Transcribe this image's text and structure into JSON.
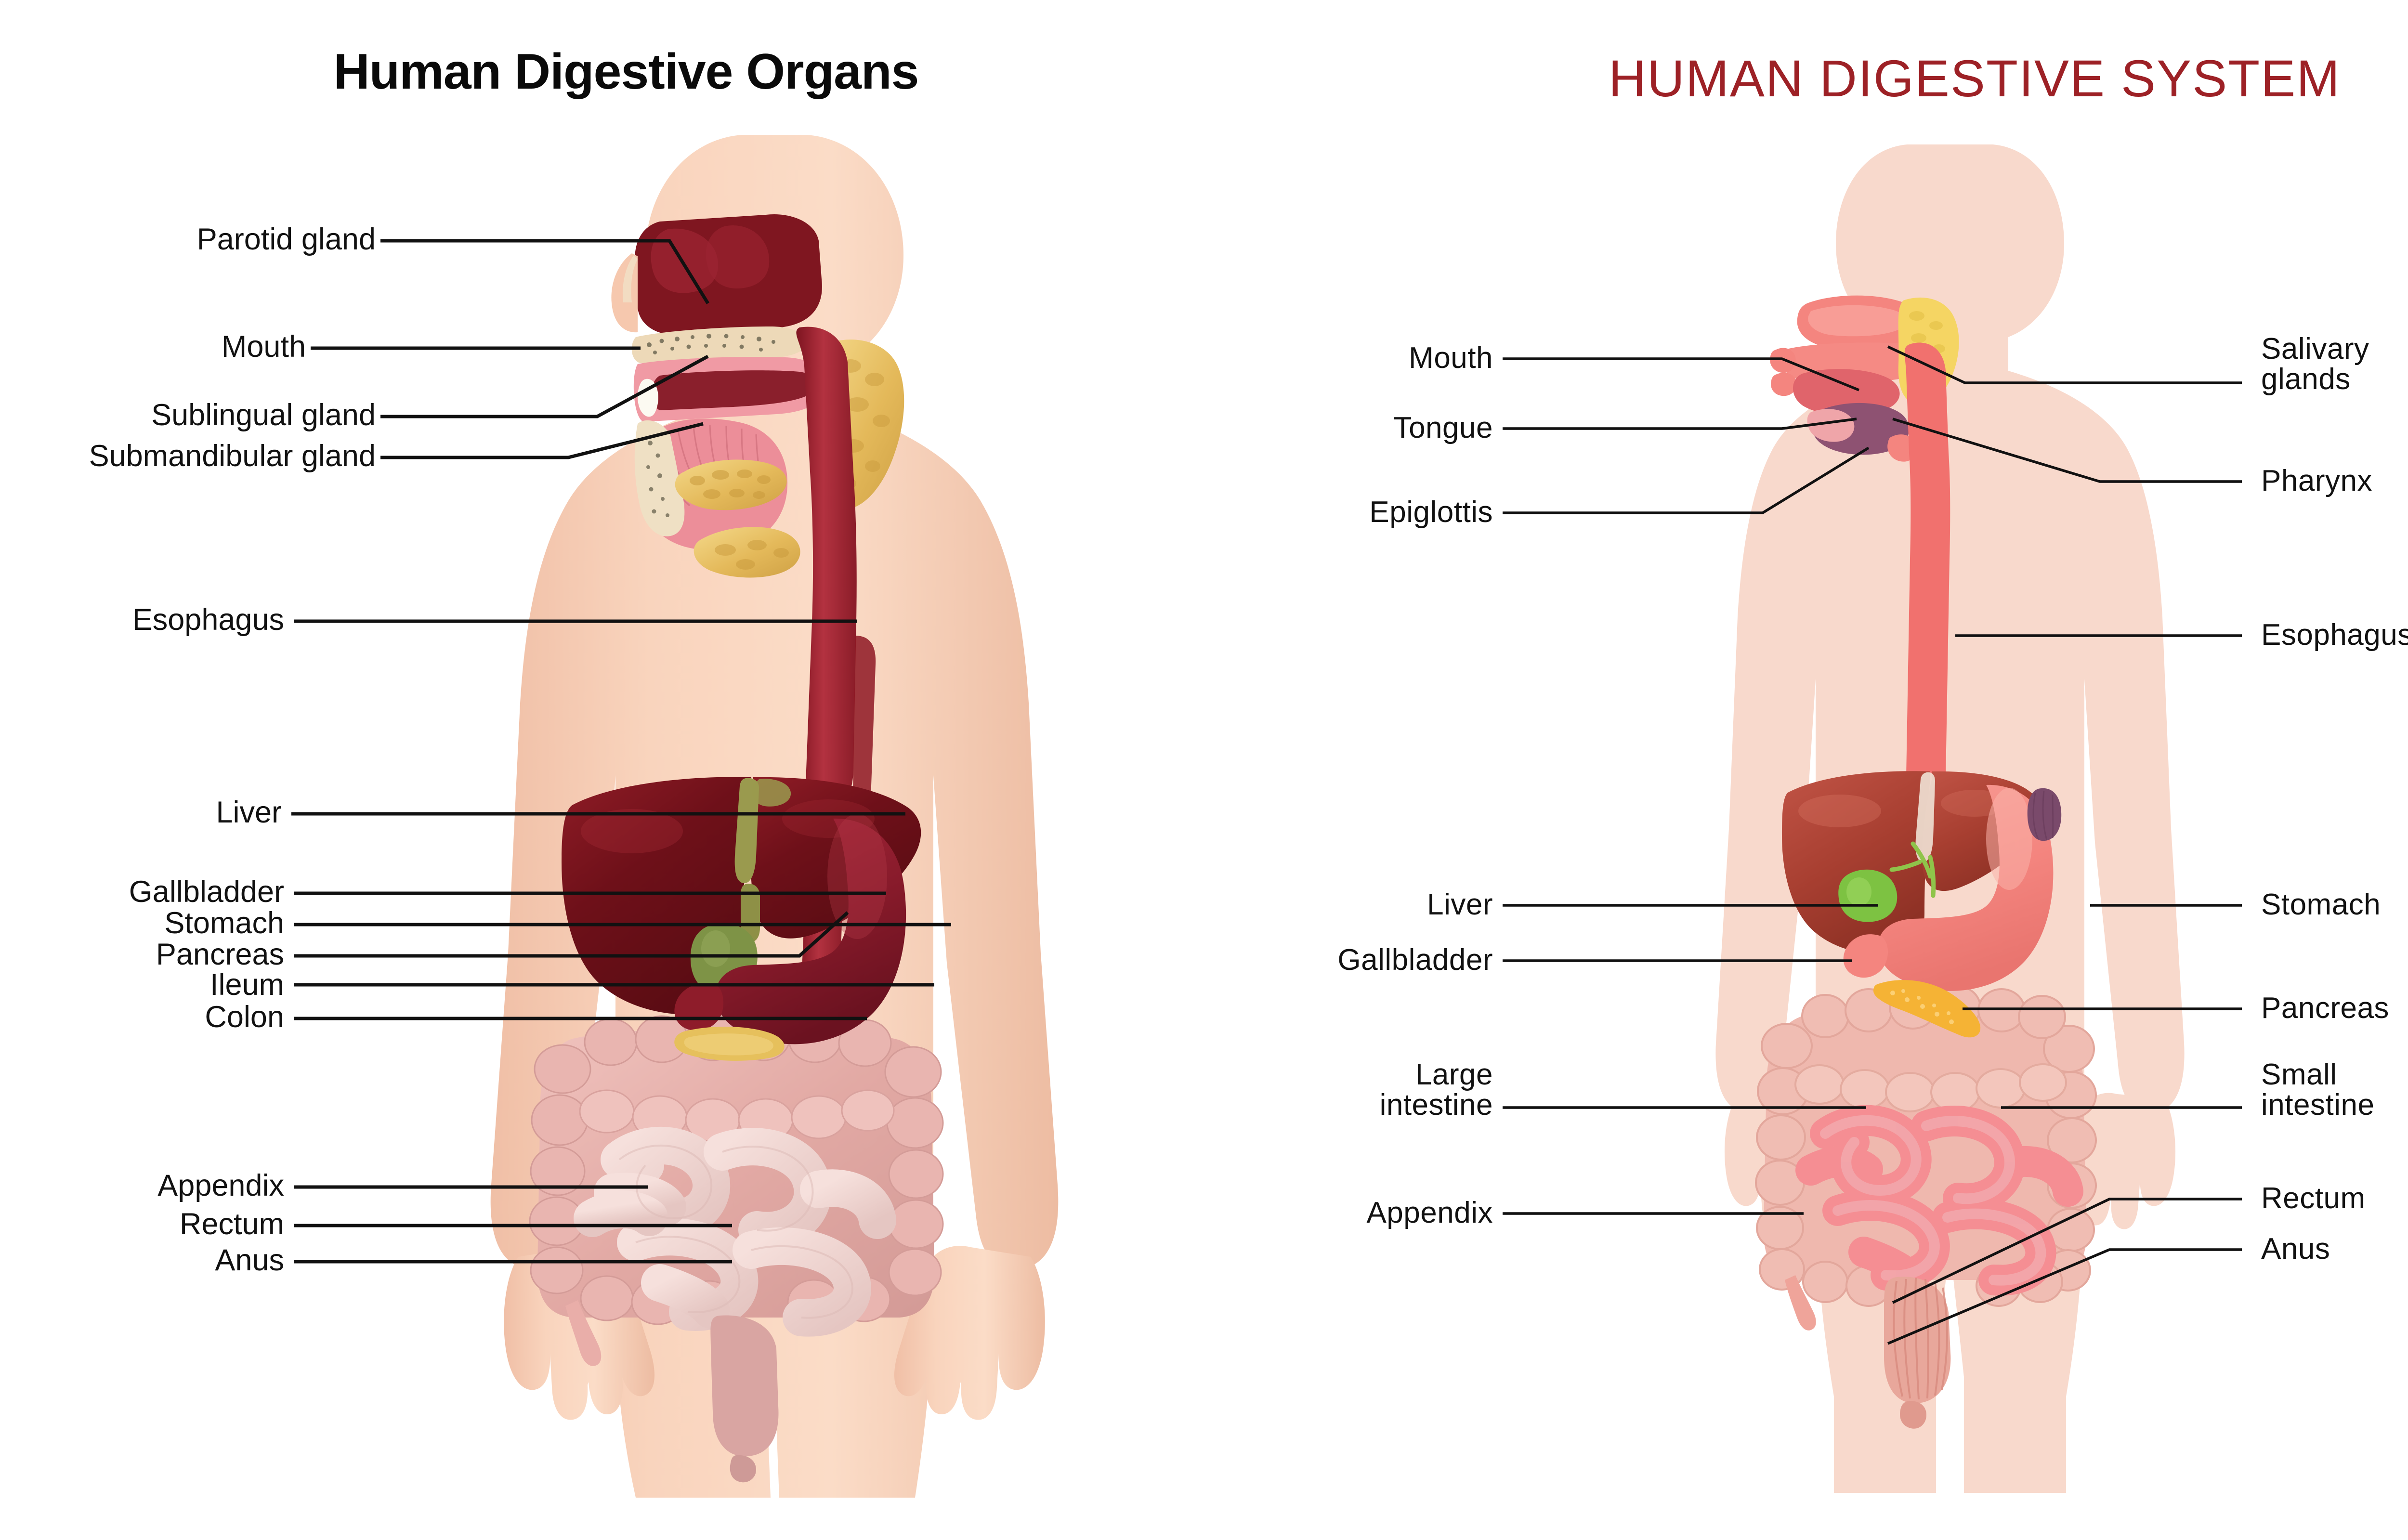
{
  "panels": {
    "left": {
      "title": "Human Digestive Organs",
      "title_color": "#0a0a0a",
      "skin_color": "#F7CDB4",
      "labels": [
        {
          "text": "Parotid gland"
        },
        {
          "text": "Mouth"
        },
        {
          "text": "Sublingual gland"
        },
        {
          "text": "Submandibular gland"
        },
        {
          "text": "Esophagus"
        },
        {
          "text": "Liver"
        },
        {
          "text": "Gallbladder"
        },
        {
          "text": "Stomach"
        },
        {
          "text": "Pancreas"
        },
        {
          "text": "Ileum"
        },
        {
          "text": "Colon"
        },
        {
          "text": "Appendix"
        },
        {
          "text": "Rectum"
        },
        {
          "text": "Anus"
        }
      ],
      "organ_colors": {
        "liver": "#7E1620",
        "stomach": "#9C2030",
        "gallbladder": "#8A9B4E",
        "pancreas": "#E8C760",
        "colon": "#E8B3AE",
        "small_intestine": "#EFD2CE",
        "esophagus": "#A32A35",
        "nasal_cavity": "#8C2030",
        "oral_soft": "#E8909A",
        "salivary_gland": "#EAC365"
      }
    },
    "right": {
      "title": "HUMAN DIGESTIVE SYSTEM",
      "title_color": "#9d2126",
      "skin_color": "#F8D9CC",
      "labels_left": [
        {
          "text": "Mouth"
        },
        {
          "text": "Tongue"
        },
        {
          "text": "Epiglottis"
        },
        {
          "text": "Liver"
        },
        {
          "text": "Gallbladder"
        },
        {
          "text": "Large\nintestine"
        },
        {
          "text": "Appendix"
        }
      ],
      "labels_right": [
        {
          "text": "Salivary\nglands"
        },
        {
          "text": "Pharynx"
        },
        {
          "text": "Esophagus"
        },
        {
          "text": "Stomach"
        },
        {
          "text": "Pancreas"
        },
        {
          "text": "Small\nintestine"
        },
        {
          "text": "Rectum"
        },
        {
          "text": "Anus"
        }
      ],
      "organ_colors": {
        "liver": "#B04434",
        "stomach": "#F4857F",
        "gallbladder": "#7DC242",
        "pancreas": "#F5B335",
        "spleen": "#7A4A6B",
        "large_intestine": "#EFB8AE",
        "small_intestine": "#F58E93",
        "esophagus": "#F1716E",
        "salivary_gland": "#F5D563",
        "tongue_base": "#8E5272"
      }
    }
  }
}
